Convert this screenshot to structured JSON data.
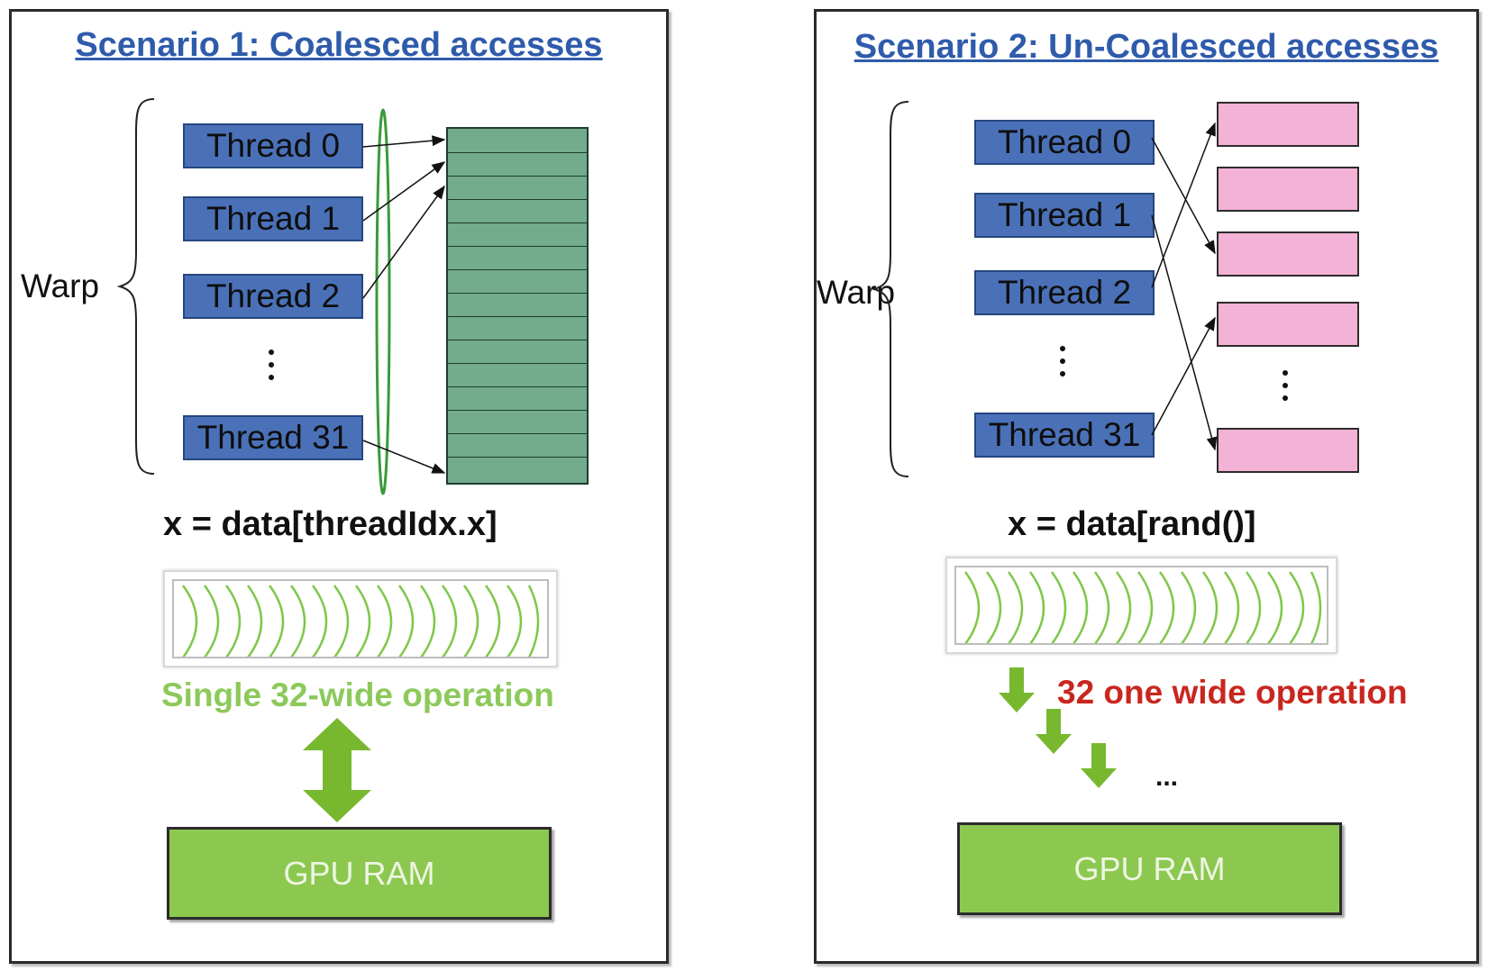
{
  "scenario1": {
    "title": "Scenario 1: Coalesced accesses",
    "warp_label": "Warp",
    "threads": [
      "Thread 0",
      "Thread 1",
      "Thread 2",
      "Thread 31"
    ],
    "code": "x = data[threadIdx.x]",
    "operation": "Single 32-wide operation",
    "ram_label": "GPU RAM"
  },
  "scenario2": {
    "title": "Scenario 2: Un-Coalesced accesses",
    "warp_label": "Warp",
    "threads": [
      "Thread 0",
      "Thread 1",
      "Thread 2",
      "Thread 31"
    ],
    "code": "x = data[rand()]",
    "operation": "32 one wide operation",
    "ellipsis": "...",
    "ram_label": "GPU RAM"
  },
  "colors": {
    "thread_fill": "#4a71b8",
    "coalesced_memory": "#72ab8d",
    "uncoalesced_memory": "#f4b3d6",
    "gpu_ram": "#8cc84f",
    "title": "#2f5bab",
    "operation_green": "#8cc95a",
    "operation_red": "#c8271f"
  },
  "icons": [
    "curly-brace",
    "arrow-icon",
    "green-ellipse",
    "wave-pattern",
    "double-arrow-icon",
    "down-arrow-icon"
  ]
}
